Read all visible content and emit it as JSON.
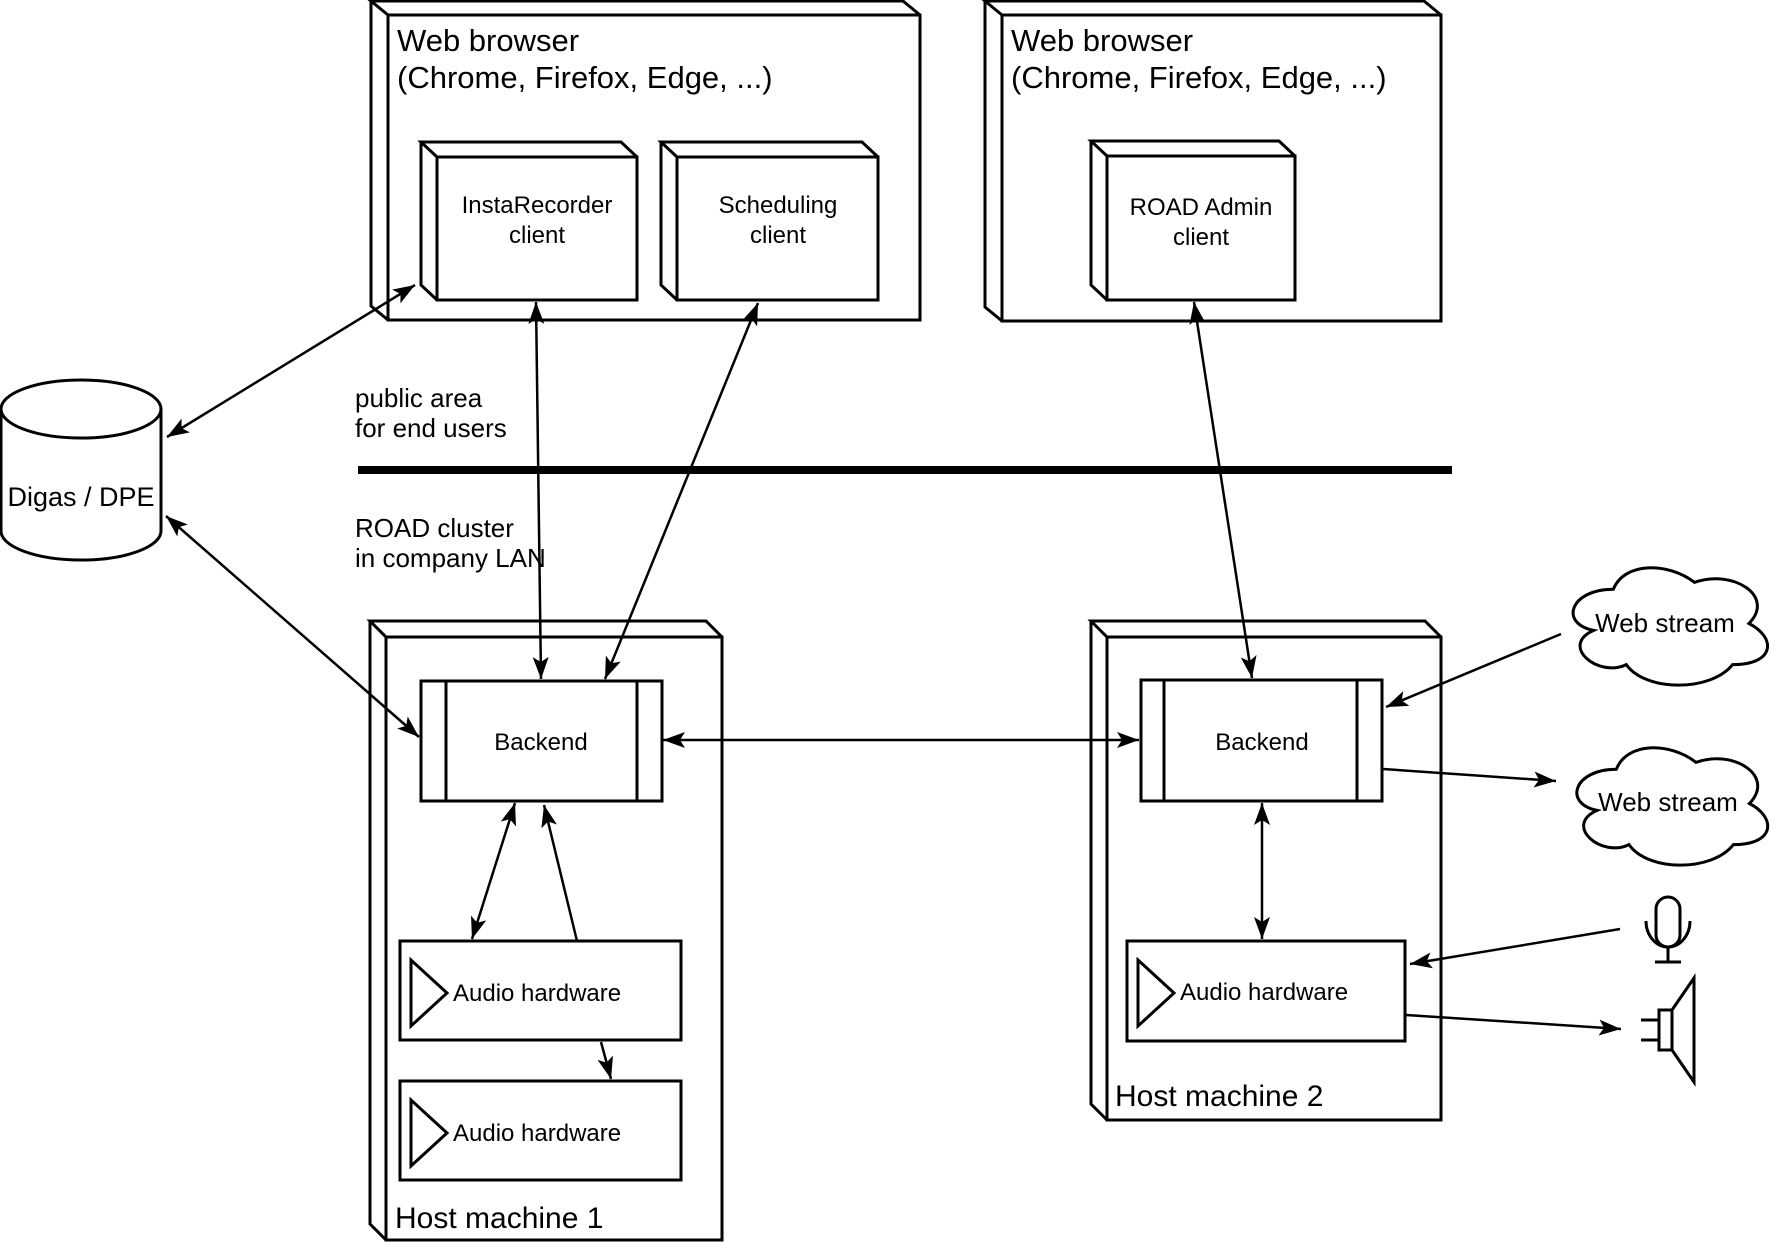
{
  "diagram": {
    "browser_node_left": {
      "title_line1": "Web browser",
      "title_line2": "(Chrome, Firefox, Edge, ...)",
      "instarecorder_line1": "InstaRecorder",
      "instarecorder_line2": "client",
      "scheduling_line1": "Scheduling",
      "scheduling_line2": "client"
    },
    "browser_node_right": {
      "title_line1": "Web browser",
      "title_line2": "(Chrome, Firefox, Edge, ...)",
      "road_admin_line1": "ROAD Admin",
      "road_admin_line2": "client"
    },
    "database": {
      "label": "Digas / DPE"
    },
    "zone_public": {
      "line1": "public area",
      "line2": "for end users"
    },
    "zone_cluster": {
      "line1": "ROAD cluster",
      "line2": "in company LAN"
    },
    "host1": {
      "label": "Host machine 1",
      "backend_label": "Backend",
      "audio_hardware_1": "Audio hardware",
      "audio_hardware_2": "Audio hardware"
    },
    "host2": {
      "label": "Host machine 2",
      "backend_label": "Backend",
      "audio_hardware_1": "Audio hardware"
    },
    "cloud_top": {
      "label": "Web stream"
    },
    "cloud_bottom": {
      "label": "Web stream"
    },
    "colors": {
      "stroke": "#000000",
      "background": "#ffffff"
    }
  }
}
